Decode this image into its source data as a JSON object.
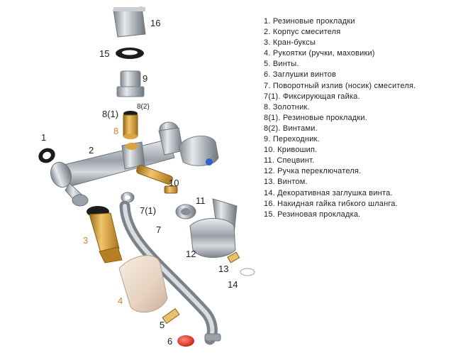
{
  "callouts": {
    "c16": "16",
    "c15": "15",
    "c9": "9",
    "c8_2": "8(2)",
    "c8_1": "8(1)",
    "c8": "8",
    "c1": "1",
    "c2": "2",
    "c10": "10",
    "c11": "11",
    "c7_1": "7(1)",
    "c7": "7",
    "c3": "3",
    "c12": "12",
    "c13": "13",
    "c14": "14",
    "c4": "4",
    "c5": "5",
    "c6": "6"
  },
  "legend": [
    "1. Резиновые прокладки",
    "2. Корпус смесителя",
    "3. Кран-буксы",
    "4. Рукоятки (ручки, маховики)",
    "5. Винты.",
    "6. Заглушки винтов",
    "7. Поворотный излив (носик) смесителя.",
    "7(1). Фиксирующая гайка.",
    "8. Золотник.",
    "8(1). Резиновые прокладки.",
    "8(2). Винтами.",
    "9. Переходник.",
    "10. Кривошип.",
    "11. Спецвинт.",
    "12. Ручка переключателя.",
    "13. Винтом.",
    "14. Декоративная заглушка винта.",
    "16. Накидная гайка гибкого шланга.",
    "15. Резиновая прокладка."
  ],
  "colors": {
    "chrome": "#b9bec4",
    "brass": "#d9a441",
    "rubber": "#1c1c1c",
    "cap_red": "#e23b2e",
    "cap_blue": "#2f5fd0",
    "handle": "#ead9c8"
  }
}
